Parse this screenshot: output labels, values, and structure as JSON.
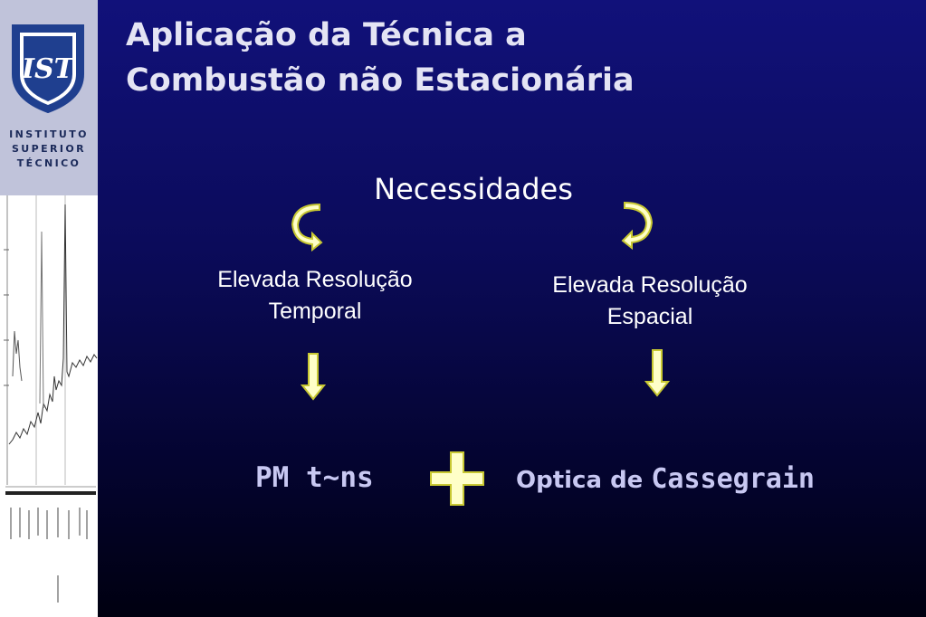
{
  "institution": {
    "logo_letters": "IST",
    "lines": [
      "INSTITUTO",
      "SUPERIOR",
      "TÉCNICO"
    ]
  },
  "slide": {
    "title_line1": "Aplicação da Técnica a",
    "title_line2": "Combustão não Estacionária",
    "heading": "Necessidades",
    "left_requirement_line1": "Elevada Resolução",
    "left_requirement_line2": "Temporal",
    "right_requirement_line1": "Elevada Resolução",
    "right_requirement_line2": "Espacial",
    "left_method": "PM t~ns",
    "right_method_prefix": "Optica de",
    "right_method_name": "Cassegrain"
  },
  "colors": {
    "background_top": "#11117a",
    "background_bottom": "#000010",
    "arrow_fill": "#ffffc8",
    "arrow_stroke": "#c8c832",
    "method_text": "#c8c8f2",
    "logo_panel": "#c0c3da",
    "logo_shield": "#1f3f8f"
  },
  "icons": {
    "curved_arrow_left": "curved-arrow-down-left-icon",
    "curved_arrow_right": "curved-arrow-down-right-icon",
    "down_arrow": "down-arrow-icon",
    "plus": "plus-icon"
  }
}
